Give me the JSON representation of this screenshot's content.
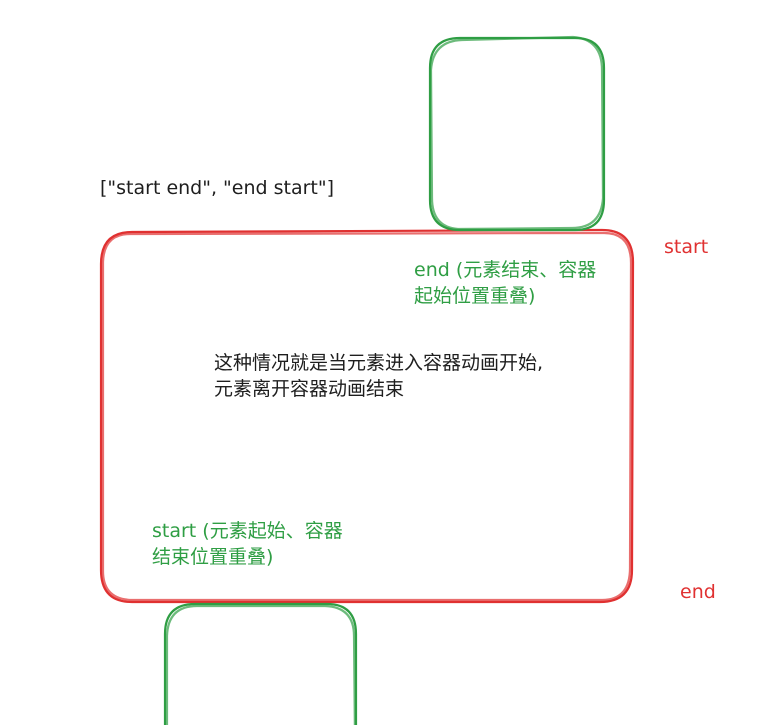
{
  "colors": {
    "container": "#e03131",
    "element": "#2f9e44",
    "text": "#1e1e1e"
  },
  "labels": {
    "offset_value": "[\"start end\", \"end start\"]",
    "container_start": "start",
    "container_end": "end",
    "element_end_note": "end (元素结束、容器\n起始位置重叠)",
    "element_start_note": "start (元素起始、容器\n结束位置重叠)",
    "explanation": "这种情况就是当元素进入容器动画开始,\n元素离开容器动画结束"
  }
}
